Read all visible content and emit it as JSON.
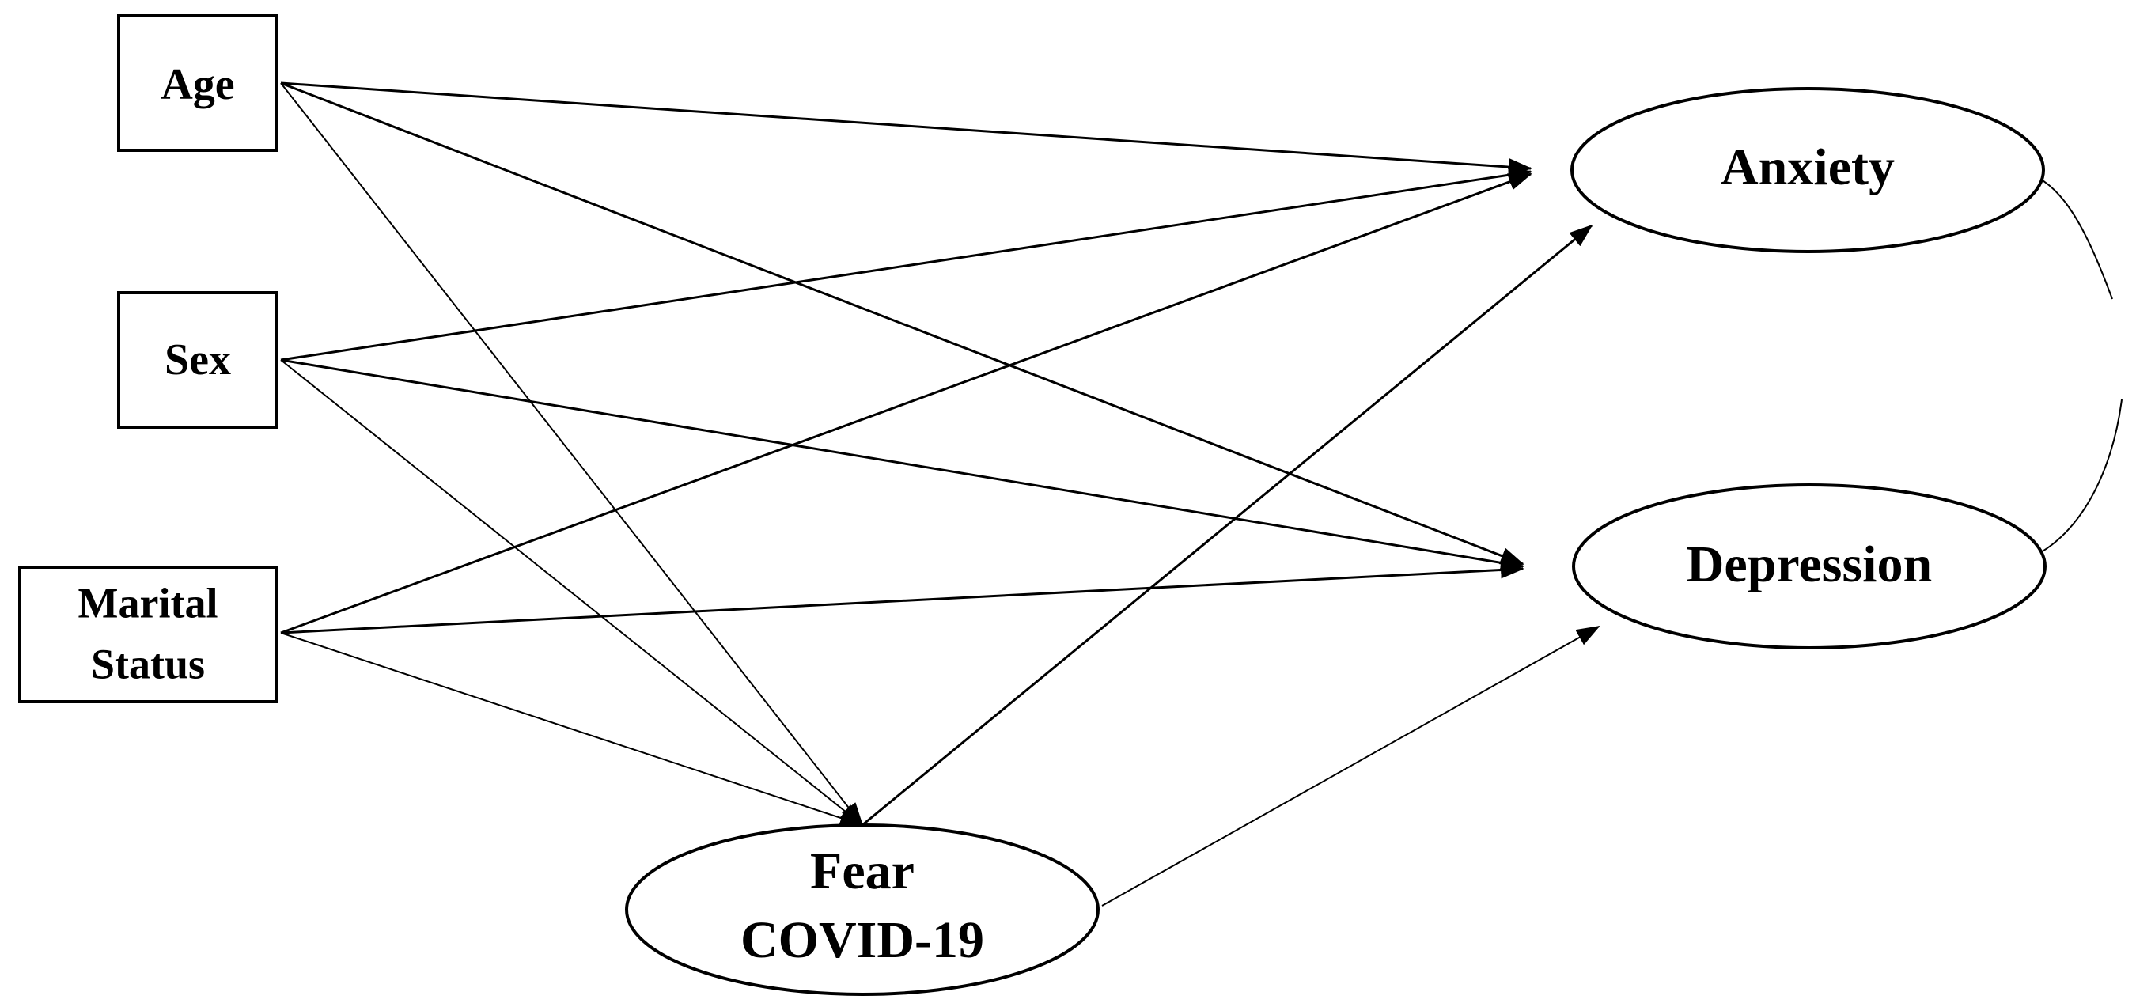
{
  "nodes": {
    "age": {
      "label": [
        "Age"
      ],
      "shape": "rectangle"
    },
    "sex": {
      "label": [
        "Sex"
      ],
      "shape": "rectangle"
    },
    "marital": {
      "label": [
        "Marital",
        "Status"
      ],
      "shape": "rectangle"
    },
    "fear": {
      "label": [
        "Fear",
        "COVID-19"
      ],
      "shape": "ellipse"
    },
    "anxiety": {
      "label": [
        "Anxiety"
      ],
      "shape": "ellipse"
    },
    "depression": {
      "label": [
        "Depression"
      ],
      "shape": "ellipse"
    }
  },
  "edges": [
    {
      "from": "age",
      "to": "anxiety"
    },
    {
      "from": "age",
      "to": "depression"
    },
    {
      "from": "age",
      "to": "fear"
    },
    {
      "from": "sex",
      "to": "anxiety"
    },
    {
      "from": "sex",
      "to": "depression"
    },
    {
      "from": "sex",
      "to": "fear"
    },
    {
      "from": "marital",
      "to": "anxiety"
    },
    {
      "from": "marital",
      "to": "depression"
    },
    {
      "from": "marital",
      "to": "fear"
    },
    {
      "from": "fear",
      "to": "anxiety"
    },
    {
      "from": "fear",
      "to": "depression"
    }
  ],
  "correlations": [
    {
      "between": [
        "anxiety",
        "depression"
      ]
    }
  ],
  "colors": {
    "stroke": "#000000",
    "background": "#ffffff"
  }
}
